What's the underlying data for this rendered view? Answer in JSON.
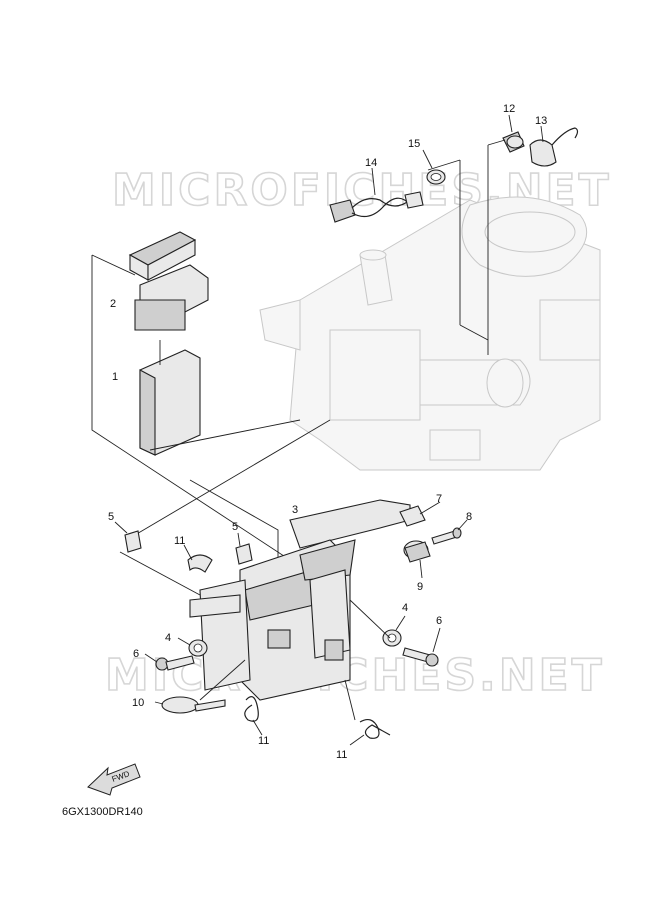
{
  "watermarks": [
    "MICROFICHES.NET",
    "MICROFICHES.NET"
  ],
  "diagram_code": "6GX1300DR140",
  "fwd_label": "FWD",
  "callouts": [
    {
      "id": "12",
      "label": "12"
    },
    {
      "id": "13",
      "label": "13"
    },
    {
      "id": "14",
      "label": "14"
    },
    {
      "id": "15",
      "label": "15"
    },
    {
      "id": "2",
      "label": "2"
    },
    {
      "id": "1",
      "label": "1"
    },
    {
      "id": "3",
      "label": "3"
    },
    {
      "id": "7",
      "label": "7"
    },
    {
      "id": "8",
      "label": "8"
    },
    {
      "id": "5a",
      "label": "5"
    },
    {
      "id": "5b",
      "label": "5"
    },
    {
      "id": "11a",
      "label": "11"
    },
    {
      "id": "9",
      "label": "9"
    },
    {
      "id": "4a",
      "label": "4"
    },
    {
      "id": "6a",
      "label": "6"
    },
    {
      "id": "4b",
      "label": "4"
    },
    {
      "id": "6b",
      "label": "6"
    },
    {
      "id": "10",
      "label": "10"
    },
    {
      "id": "11b",
      "label": "11"
    },
    {
      "id": "11c",
      "label": "11"
    }
  ]
}
